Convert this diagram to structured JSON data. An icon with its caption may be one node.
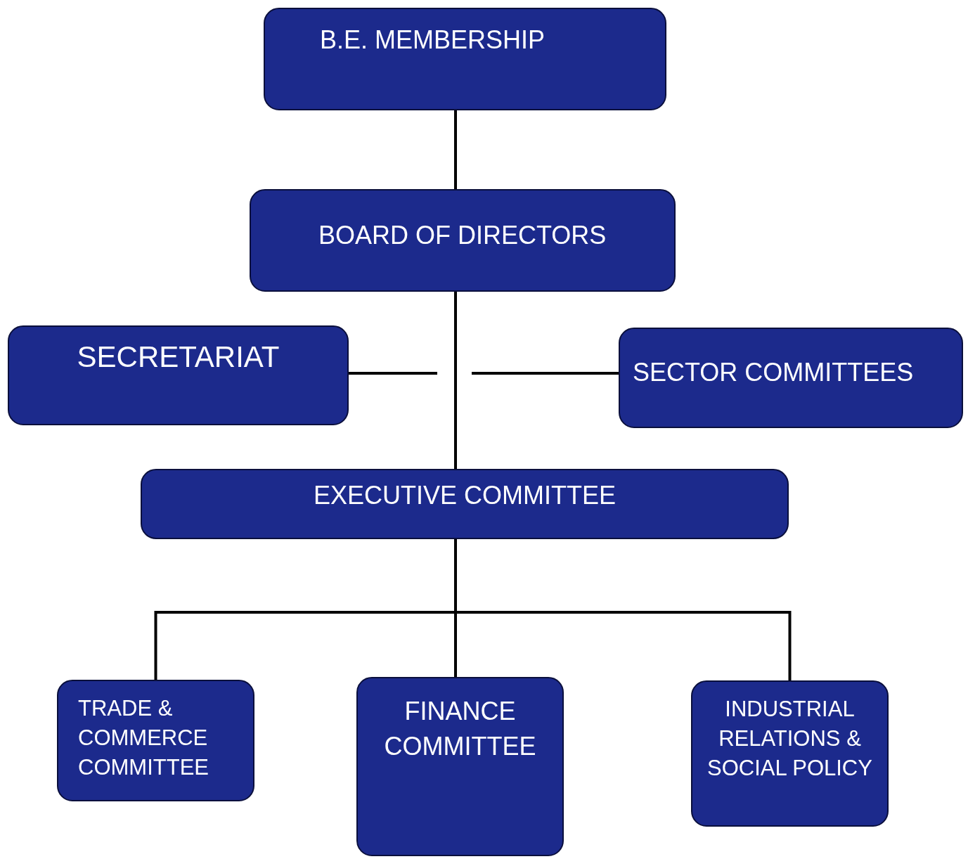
{
  "diagram": {
    "nodes": [
      {
        "text": [
          "B.E. MEMBERSHIP"
        ]
      },
      {
        "text": [
          "BOARD OF DIRECTORS"
        ]
      },
      {
        "text": [
          "SECRETARIAT"
        ]
      },
      {
        "text": [
          "SECTOR COMMITTEES"
        ]
      },
      {
        "text": [
          "EXECUTIVE COMMITTEE"
        ]
      },
      {
        "text": [
          "TRADE & COMMERCE COMMITTEE"
        ]
      },
      {
        "text": [
          "FINANCE COMMITTEE"
        ]
      },
      {
        "text": [
          "INDUSTRIAL RELATIONS & SOCIAL POLICY"
        ]
      }
    ],
    "edges": [
      {
        "from": 0,
        "to": 1,
        "arrow": "none"
      },
      {
        "from": 1,
        "to": 4,
        "arrow": "none"
      },
      {
        "from": 2,
        "to": null,
        "arrow": "none"
      },
      {
        "from": 3,
        "to": null,
        "arrow": "none"
      },
      {
        "from": 4,
        "to": 5,
        "arrow": "none"
      },
      {
        "from": 4,
        "to": 6,
        "arrow": "none"
      },
      {
        "from": 4,
        "to": 7,
        "arrow": "none"
      }
    ]
  }
}
